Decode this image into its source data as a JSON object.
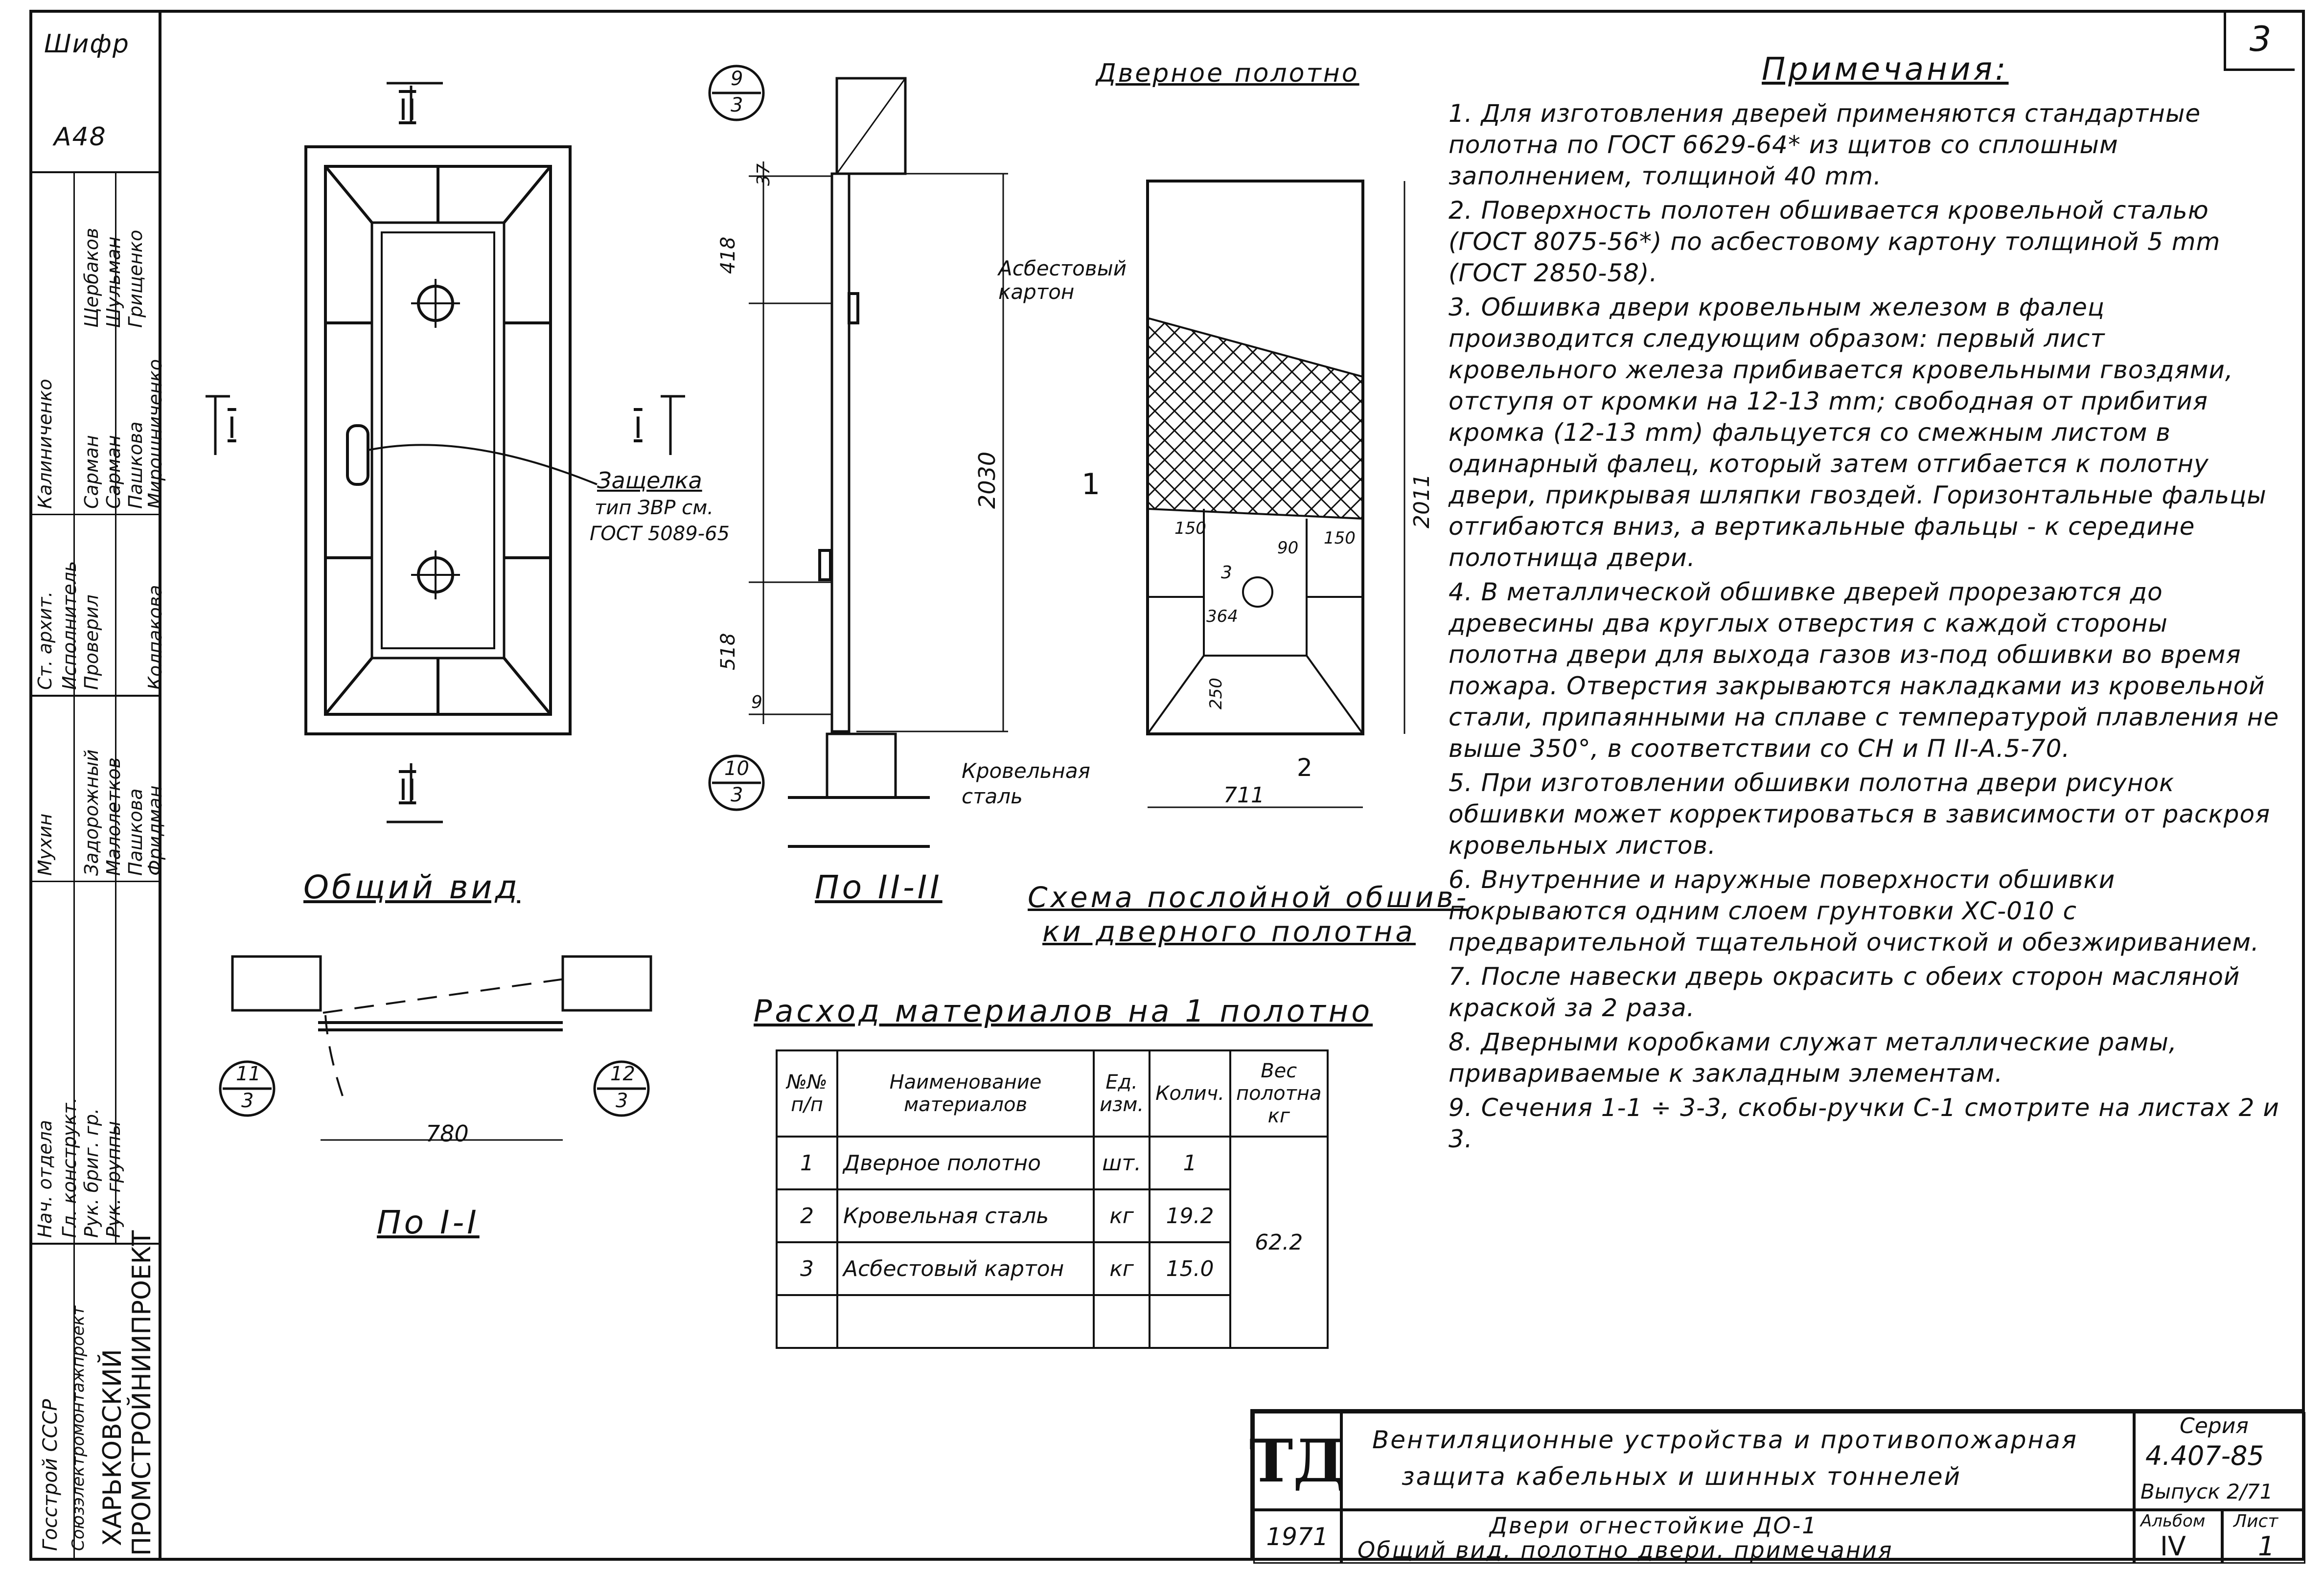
{
  "sheet_number": "3",
  "stamp": {
    "cipher_label": "Шифр",
    "cipher_value": "А48",
    "roles": [
      "Нач. отдела",
      "Гл. конструкт.",
      "Рук. бриг. гр.",
      "Рук. группы",
      "Ст. архит.",
      "Исполнитель",
      "Проверил"
    ],
    "names_typed": [
      "Мухин",
      "Щербаков",
      "Шульман",
      "Грищенко",
      "Сарман",
      "Сарман",
      "Пашкова",
      "Пашкова",
      "Мирошниченко",
      "Колпакова",
      "Фридман",
      "Задорожный",
      "Малолетков",
      "Калиниченко"
    ],
    "org_line1": "Госстрой СССР",
    "org_line2": "Союзэлектромонтажпроект",
    "org_line3": "ХАРЬКОВСКИЙ",
    "org_line4": "ПРОМСТРОЙНИИПРОЕКТ"
  },
  "drawings": {
    "general_view_caption": "Общий вид",
    "section_2_caption": "По II-II",
    "section_1_caption": "По I-I",
    "latch_label": "Защелка",
    "latch_type": "тип ЗВР см.",
    "latch_gost": "ГОСТ 5089-65",
    "section_mark_I": "I",
    "section_mark_II": "II",
    "callout_9": "9",
    "callout_10": "10",
    "callout_11": "11",
    "callout_12": "12",
    "callout_sheet": "3",
    "dim_2030": "2030",
    "dim_418": "418",
    "dim_518": "518",
    "dim_37": "37",
    "dim_9": "9",
    "dim_780": "780",
    "door_leaf_label": "Дверное полотно",
    "asbestos_label": "Асбестовый картон",
    "roof_steel_label": "Кровельная сталь",
    "dim_2011": "2011",
    "dim_711": "711",
    "dim_150a": "150",
    "dim_150b": "150",
    "dim_364": "364",
    "dim_250": "250",
    "dim_90": "90",
    "dim_3": "3",
    "mark_1": "1",
    "mark_2": "2",
    "scheme_caption_1": "Схема послойной обшив-",
    "scheme_caption_2": "ки дверного полотна"
  },
  "notes": {
    "title": "Примечания:",
    "items": [
      "1. Для изготовления дверей применяются стандартные полотна по ГОСТ 6629-64* из щитов со сплошным заполнением, толщиной 40 mm.",
      "2. Поверхность полотен обшивается кровельной сталью (ГОСТ 8075-56*) по асбестовому картону толщиной 5 mm (ГОСТ 2850-58).",
      "3. Обшивка двери кровельным железом в фалец производится следующим образом: первый лист кровельного железа прибивается кровельными гвоздями, отступя от кромки на 12-13 mm; свободная от прибития кромка (12-13 mm) фальцуется со смежным листом в одинарный фалец, который затем отгибается к полотну двери, прикрывая шляпки гвоздей. Горизонтальные фальцы отгибаются вниз, а вертикальные фальцы - к середине полотнища двери.",
      "4. В металлической обшивке дверей прорезаются до древесины два круглых отверстия с каждой стороны полотна двери для выхода газов из-под обшивки во время пожара. Отверстия закрываются накладками из кровельной стали, припаянными на сплаве с температурой плавления не выше 350°, в соответствии со СН и П II-А.5-70.",
      "5. При изготовлении обшивки полотна двери рисунок обшивки может корректироваться в зависимости от раскроя кровельных листов.",
      "6. Внутренние и наружные поверхности обшивки покрываются одним слоем грунтовки ХС-010 с предварительной тщательной очисткой и обезжириванием.",
      "7. После навески дверь окрасить с обеих сторон масляной краской за 2 раза.",
      "8. Дверными коробками служат металлические рамы, привариваемые к закладным элементам.",
      "9. Сечения 1-1 ÷ 3-3, скобы-ручки С-1 смотрите на листах 2 и 3."
    ]
  },
  "materials": {
    "title": "Расход материалов на 1 полотно",
    "headers": [
      "№№ п/п",
      "Наименование материалов",
      "Ед. изм.",
      "Колич.",
      "Вес полотна кг"
    ],
    "rows": [
      {
        "no": "1",
        "name": "Дверное полотно",
        "unit": "шт.",
        "qty": "1"
      },
      {
        "no": "2",
        "name": "Кровельная сталь",
        "unit": "кг",
        "qty": "19.2"
      },
      {
        "no": "3",
        "name": "Асбестовый картон",
        "unit": "кг",
        "qty": "15.0"
      }
    ],
    "total_weight": "62.2"
  },
  "title_block": {
    "logo": "ТД",
    "year": "1971",
    "project_line1": "Вентиляционные устройства и противопожарная",
    "project_line2": "защита кабельных и шинных тоннелей",
    "sheet_title_1": "Двери огнестойкие ДО-1",
    "sheet_title_2": "Общий вид, полотно двери, примечания",
    "series_label": "Серия",
    "series_value": "4.407-85",
    "issue_label": "Выпуск 2/71",
    "album_label": "Альбом",
    "album_value": "IV",
    "sheet_label": "Лист",
    "sheet_value": "1"
  }
}
